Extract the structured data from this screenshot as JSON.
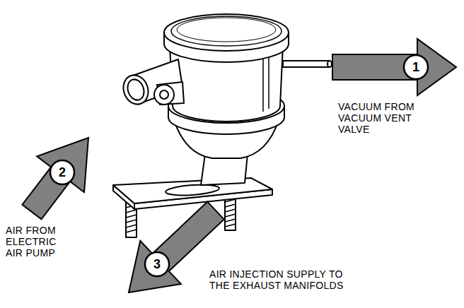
{
  "diagram": {
    "labels": [
      "1",
      "VACUUM FROM VACUUM VENT VALVE",
      "2",
      "AIR FROM ELECTRIC AIR PUMP",
      "3",
      "AIR INJECTION SUPPLY TO THE EXHAUST MANIFOLDS"
    ]
  }
}
